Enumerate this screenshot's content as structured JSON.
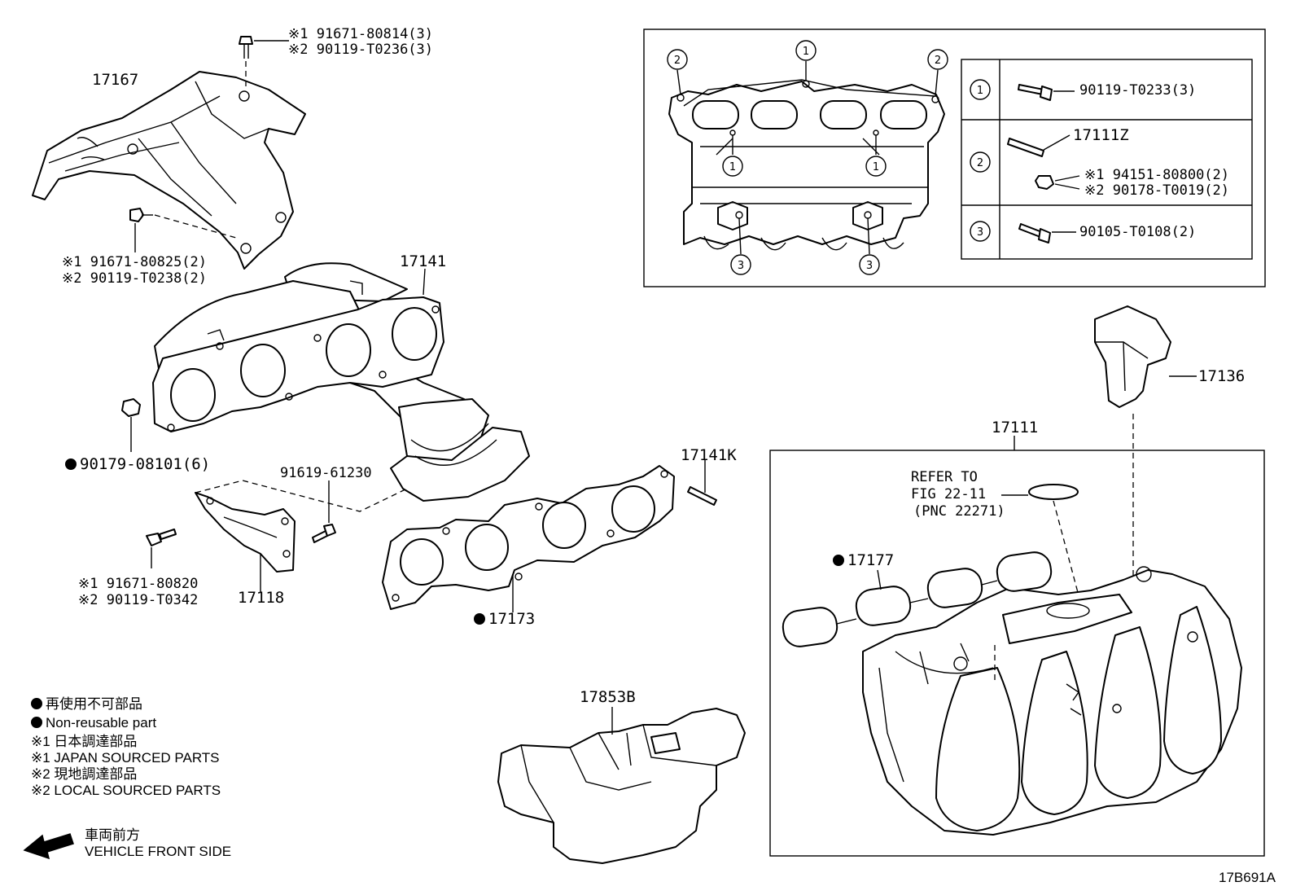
{
  "figure_code": "17B691A",
  "legend": {
    "non_reusable_jp": "再使用不可部品",
    "non_reusable_en": "Non-reusable part",
    "mark1_jp": "※1  日本調達部品",
    "mark1_en": "※1  JAPAN SOURCED PARTS",
    "mark2_jp": "※2  現地調達部品",
    "mark2_en": "※2  LOCAL SOURCED PARTS",
    "front_jp": "車両前方",
    "front_en": "VEHICLE FRONT SIDE"
  },
  "parts": {
    "heat_insulator": "17167",
    "top_bolt_1": "※1  91671-80814(3)",
    "top_bolt_2": "※2  90119-T0236(3)",
    "side_bolt_1": "※1  91671-80825(2)",
    "side_bolt_2": "※2  90119-T0238(2)",
    "exhaust_manifold": "17141",
    "nut": "90179-08101(6)",
    "stay_bolt": "91619-61230",
    "stud": "17141K",
    "bracket_bolt_1": "※1  91671-80820",
    "bracket_bolt_2": "※2  90119-T0342",
    "bracket": "17118",
    "gasket": "17173",
    "intake_manifold": "17111",
    "refer_line1": "REFER TO",
    "refer_line2": "FIG 22-11",
    "refer_line3": "(PNC 22271)",
    "intake_gasket": "17177",
    "cover": "17136",
    "insulator_b": "17853B"
  },
  "fastener_table": [
    {
      "num": "1",
      "lines": [
        "90119-T0233(3)"
      ]
    },
    {
      "num": "2",
      "lines": [
        "17111Z",
        "※1  94151-80800(2)",
        "※2  90178-T0019(2)"
      ]
    },
    {
      "num": "3",
      "lines": [
        "90105-T0108(2)"
      ]
    }
  ],
  "callout_numbers": [
    "1",
    "2",
    "3"
  ]
}
